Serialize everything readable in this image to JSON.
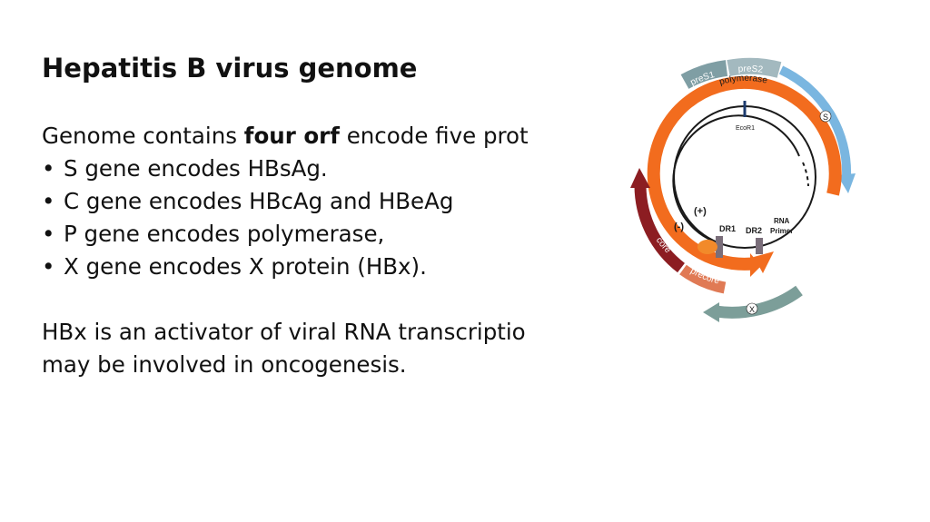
{
  "slide": {
    "title": "Hepatitis B virus genome",
    "intro": {
      "prefix": "Genome contains ",
      "bold": "four orf",
      "suffix": " encode five prot"
    },
    "bullets": [
      "S gene  encodes HBsAg.",
      "C gene encodes HBcAg and HBeAg",
      "P gene encodes polymerase,",
      "X gene encodes X protein (HBx)."
    ],
    "bullet_glyph": "•",
    "hbx_text": {
      "line1": "HBx is an activator of viral RNA transcriptio",
      "line2": "may be involved in oncogenesis."
    }
  },
  "diagram": {
    "labels": {
      "pres1": "preS1",
      "pres2": "preS2",
      "polymerase": "polymerase",
      "s": "S",
      "ecor1": "EcoR1",
      "plus_strand": "(+)",
      "minus_strand": "(-)",
      "dr1": "DR1",
      "dr2": "DR2",
      "rna_primer_line1": "RNA",
      "rna_primer_line2": "Primer",
      "core": "core",
      "precore": "precore",
      "x": "X"
    },
    "colors": {
      "polymerase": "#f26c1e",
      "s_arc": "#7ab6e0",
      "pres1": "#7f9ea4",
      "pres2": "#a3b9bf",
      "core": "#8c1d22",
      "precore": "#e07a55",
      "x_arc": "#7c9e99",
      "genome_line": "#1a1a1a"
    }
  }
}
